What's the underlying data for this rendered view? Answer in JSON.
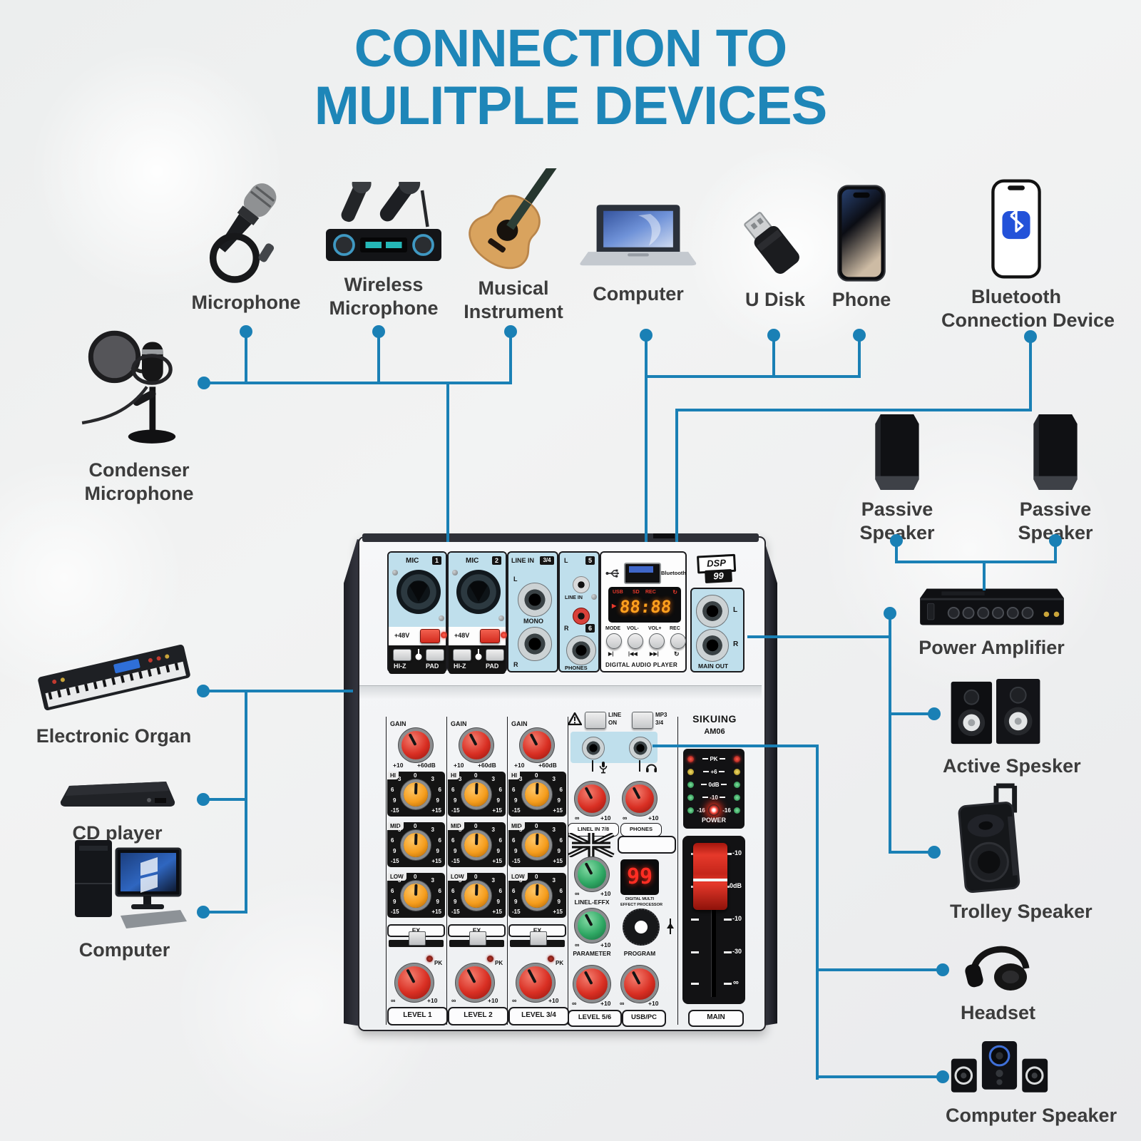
{
  "title": {
    "line1": "CONNECTION TO",
    "line2": "MULITPLE DEVICES"
  },
  "colors": {
    "accent": "#1e86b8",
    "line": "#1a80b5",
    "knob_red": "#d92f23",
    "knob_orange": "#f59d1d",
    "knob_green": "#2fa864",
    "panel_blue": "#bfdfec"
  },
  "devices": {
    "microphone": {
      "label": "Microphone"
    },
    "wireless_microphone": {
      "line1": "Wireless",
      "line2": "Microphone"
    },
    "musical_instrument": {
      "line1": "Musical",
      "line2": "Instrument"
    },
    "computer_top": {
      "label": "Computer"
    },
    "u_disk": {
      "label": "U Disk"
    },
    "phone": {
      "label": "Phone"
    },
    "bluetooth_device": {
      "line1": "Bluetooth",
      "line2": "Connection Device"
    },
    "condenser_microphone": {
      "line1": "Condenser",
      "line2": "Microphone"
    },
    "electronic_organ": {
      "label": "Electronic Organ"
    },
    "cd_player": {
      "label": "CD player"
    },
    "computer_left": {
      "label": "Computer"
    },
    "passive_speaker_1": {
      "line1": "Passive",
      "line2": "Speaker"
    },
    "passive_speaker_2": {
      "line1": "Passive",
      "line2": "Speaker"
    },
    "power_amplifier": {
      "label": "Power Amplifier"
    },
    "active_speaker": {
      "label": "Active Spesker"
    },
    "trolley_speaker": {
      "label": "Trolley Speaker"
    },
    "headset": {
      "label": "Headset"
    },
    "computer_speaker": {
      "label": "Computer Speaker"
    }
  },
  "mixer": {
    "brand": "SIKUING",
    "model": "AM06",
    "dsp_badge_line1": "DSP",
    "dsp_badge_line2": "99",
    "mic_label": "MIC",
    "mic1_badge": "1",
    "mic2_badge": "2",
    "phantom": "+48V",
    "hi_z": "HI-Z",
    "pad": "PAD",
    "line_in": "LINE IN",
    "line34_badge": "3/4",
    "mono": "MONO",
    "l": "L",
    "r": "R",
    "ch5_badge": "5",
    "ch6_badge": "6",
    "phones": "PHONES",
    "bluetooth": "Bluetooth",
    "display_flag_usb": "USB",
    "display_flag_sd": "SD",
    "display_flag_rec": "REC",
    "display_play": "▶",
    "display_loop": "↻",
    "display_digits": "88:88",
    "btn_mode": "MODE",
    "btn_vol_minus": "VOL-",
    "btn_vol_plus": "VOL+",
    "btn_rec": "REC",
    "t_play": "▶|",
    "t_prev": "|◀◀",
    "t_next": "▶▶|",
    "t_loop": "↻",
    "player_title": "DIGITAL AUDIO PLAYER",
    "main_out": "MAIN OUT",
    "warn_line_a": "LINE",
    "warn_line_b": "ON",
    "warn_mp3_a": "MP3",
    "warn_mp3_b": "3/4",
    "gain": "GAIN",
    "gain_min": "+10",
    "gain_max": "+60dB",
    "eq_hi": "HI",
    "eq_mid": "MID",
    "eq_low": "LOW",
    "eq_0": "0",
    "eq_3": "3",
    "eq_6": "6",
    "eq_9": "9",
    "eq_min": "-15",
    "eq_max": "+15",
    "fx": "FX",
    "pk": "PK",
    "inf": "∞",
    "plus10": "+10",
    "level1": "LEVEL 1",
    "level2": "LEVEL 2",
    "level34": "LEVEL 3/4",
    "level56": "LEVEL 5/6",
    "usbpc": "USB/PC",
    "main": "MAIN",
    "linel_in_78": "LINEL IN 7/8",
    "phones_knob": "PHONES",
    "meter_pk": "PK",
    "meter_p6": "+6",
    "meter_0": "0dB",
    "meter_m10": "-10",
    "meter_m16l": "-16",
    "meter_m16r": "-16",
    "power": "POWER",
    "effx": "LINEL-EFFX",
    "parameter": "PARAMETER",
    "program": "PROGRAM",
    "fx_display": "99",
    "fx_caption1": "DIGITAL MULTI",
    "fx_caption2": "EFFECT PROCESSOR",
    "fader_m10a": "-10",
    "fader_0": "0dB",
    "fader_m10b": "-10",
    "fader_m30": "-30",
    "fader_inf": "∞"
  }
}
